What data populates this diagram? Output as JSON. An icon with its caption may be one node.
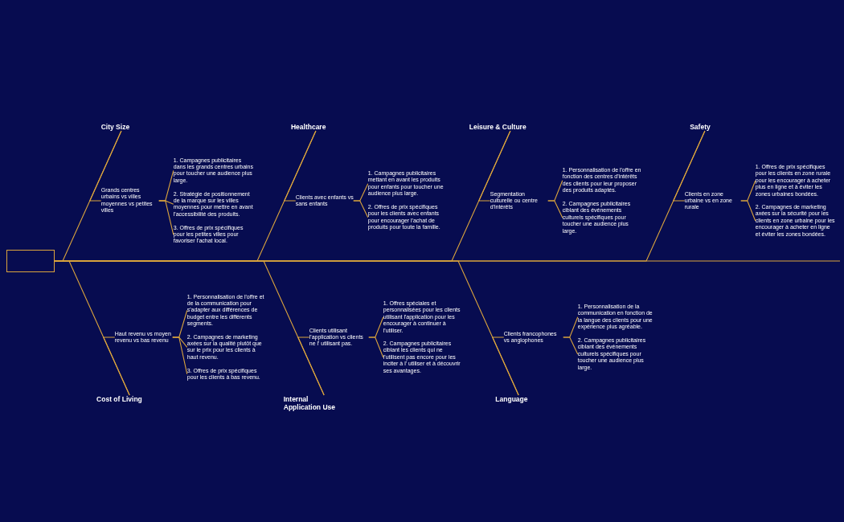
{
  "diagram": {
    "nodes": [
      {
        "text": [],
        "shape": "box"
      },
      {
        "text": [
          "City Size"
        ]
      },
      {
        "text": [
          "Grands centres urbains vs villes moyennes vs petites villes"
        ]
      },
      {
        "text": [
          "1. Campagnes publicitaires dans les grands centres urbains pour toucher une audience plus large."
        ]
      },
      {
        "text": [
          "2. Stratégie de positionnement de la marque sur les villes moyennes pour mettre en avant l'accessibilité des produits."
        ]
      },
      {
        "text": [
          "3. Offres de prix spécifiques pour les petites villes pour favoriser l'achat local."
        ]
      },
      {
        "text": [
          "Cost of Living"
        ]
      },
      {
        "text": [
          "Haut revenu vs moyen revenu vs bas revenu"
        ]
      },
      {
        "text": [
          "1. Personnalisation de l'offre et de la communication pour s'adapter aux différences de budget entre les différents segments."
        ]
      },
      {
        "text": [
          "2. Campagnes de marketing axées sur la qualité plutôt que sur le prix pour les clients à haut revenu."
        ]
      },
      {
        "text": [
          "3. Offres de prix spécifiques pour les clients à bas revenu."
        ]
      },
      {
        "text": [
          "Healthcare"
        ]
      },
      {
        "text": [
          "Clients avec enfants vs sans enfants"
        ]
      },
      {
        "text": [
          "1. Campagnes publicitaires mettant en avant les produits pour enfants pour toucher une audience plus large."
        ]
      },
      {
        "text": [
          "2. Offres de prix spécifiques pour les clients avec enfants pour encourager l'achat de produits pour toute la famille."
        ]
      },
      {
        "text": [
          "Internal Application Use"
        ]
      },
      {
        "text": [
          "Clients utilisant l'application vs clients ne l' utilisant pas."
        ]
      },
      {
        "text": [
          "1. Offres spéciales et personnalisées pour les clients utilisant l'application pour les encourager à continuer à l'utiliser."
        ]
      },
      {
        "text": [
          "2. Campagnes publicitaires ciblant les clients qui ne l'utilisent pas encore pour les inciter à l' utiliser et à découvrir ses avantages."
        ]
      },
      {
        "text": [
          "Leisure & Culture"
        ]
      },
      {
        "text": [
          "Segmentation culturelle ou centre d'intérêts"
        ]
      },
      {
        "text": [
          "1. Personnalisation de l'offre en fonction des centres d'intérêts des clients pour leur proposer des produits adaptés."
        ]
      },
      {
        "text": [
          "2. Campagnes publicitaires ciblant des événements culturels spécifiques pour toucher une audience plus large."
        ]
      },
      {
        "text": [
          "Language"
        ]
      },
      {
        "text": [
          "Clients francophones vs anglophones"
        ]
      },
      {
        "text": [
          "1. Personnalisation de la communication en fonction de la langue des clients pour une expérience plus agréable."
        ]
      },
      {
        "text": [
          "2. Campagnes publicitaires ciblant des événements culturels spécifiques pour toucher une audience plus large."
        ]
      },
      {
        "text": [
          "Safety"
        ]
      },
      {
        "text": [
          "Clients en zone urbaine vs en zone rurale"
        ]
      },
      {
        "text": [
          "1. Offres de prix spécifiques pour les clients en zone rurale pour les encourager à acheter plus en ligne et à éviter les zones urbaines bondées."
        ]
      },
      {
        "text": [
          "2. Campagnes de marketing axées sur la sécurité pour les clients en zone urbaine pour les encourager à acheter en ligne et éviter les zones bondées."
        ]
      }
    ],
    "edges": [
      {
        "from": null,
        "to": 0,
        "arrow": "none"
      },
      {
        "from": 1,
        "to": 0,
        "arrow": "none"
      },
      {
        "from": 2,
        "to": 1,
        "arrow": "none"
      },
      {
        "from": 2,
        "to": 3,
        "arrow": "none"
      },
      {
        "from": 2,
        "to": 4,
        "arrow": "none"
      },
      {
        "from": 2,
        "to": 5,
        "arrow": "none"
      },
      {
        "from": 6,
        "to": 0,
        "arrow": "none"
      },
      {
        "from": 7,
        "to": 6,
        "arrow": "none"
      },
      {
        "from": 7,
        "to": 8,
        "arrow": "none"
      },
      {
        "from": 7,
        "to": 9,
        "arrow": "none"
      },
      {
        "from": 7,
        "to": 10,
        "arrow": "none"
      },
      {
        "from": 11,
        "to": 0,
        "arrow": "none"
      },
      {
        "from": 12,
        "to": 11,
        "arrow": "none"
      },
      {
        "from": 12,
        "to": 13,
        "arrow": "none"
      },
      {
        "from": 12,
        "to": 14,
        "arrow": "none"
      },
      {
        "from": 15,
        "to": 0,
        "arrow": "none"
      },
      {
        "from": 16,
        "to": 15,
        "arrow": "none"
      },
      {
        "from": 16,
        "to": 17,
        "arrow": "none"
      },
      {
        "from": 16,
        "to": 18,
        "arrow": "none"
      },
      {
        "from": 19,
        "to": 0,
        "arrow": "none"
      },
      {
        "from": 20,
        "to": 19,
        "arrow": "none"
      },
      {
        "from": 20,
        "to": 21,
        "arrow": "none"
      },
      {
        "from": 20,
        "to": 22,
        "arrow": "none"
      },
      {
        "from": 23,
        "to": 0,
        "arrow": "none"
      },
      {
        "from": 24,
        "to": 23,
        "arrow": "none"
      },
      {
        "from": 24,
        "to": 25,
        "arrow": "none"
      },
      {
        "from": 24,
        "to": 26,
        "arrow": "none"
      },
      {
        "from": 27,
        "to": 0,
        "arrow": "none"
      },
      {
        "from": 28,
        "to": 27,
        "arrow": "none"
      },
      {
        "from": 28,
        "to": 29,
        "arrow": "none"
      },
      {
        "from": 28,
        "to": 30,
        "arrow": "none"
      }
    ]
  }
}
